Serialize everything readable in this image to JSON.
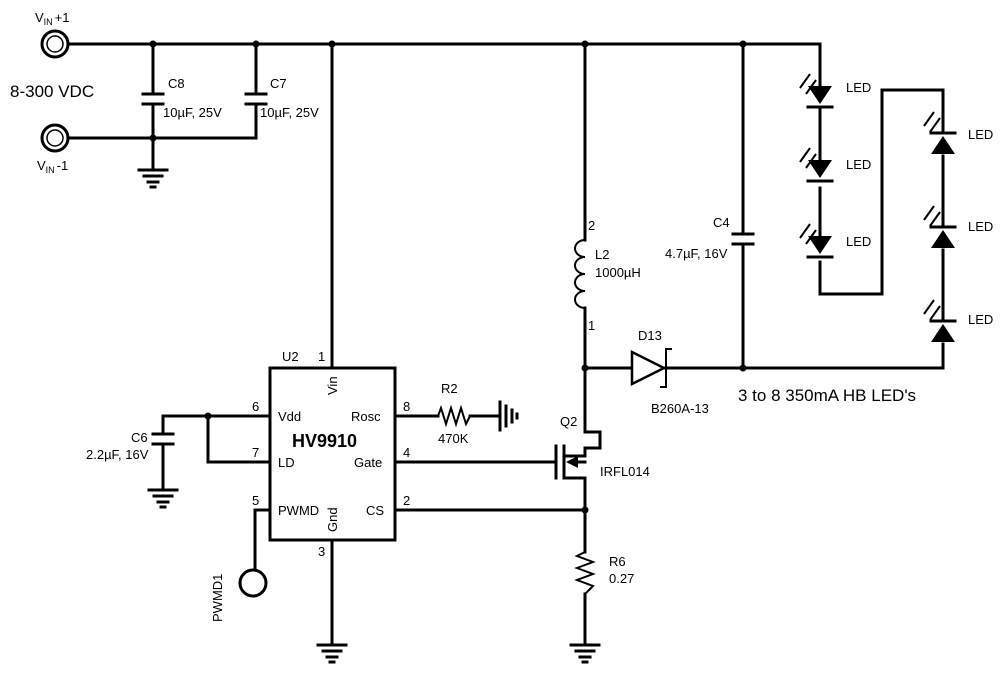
{
  "input": {
    "vin_pos_label": "V",
    "vin_pos_sub": "IN",
    "vin_pos_suffix": "+1",
    "vin_neg_label": "V",
    "vin_neg_sub": "IN",
    "vin_neg_suffix": "-1",
    "voltage_range": "8-300 VDC"
  },
  "caps": {
    "c8_ref": "C8",
    "c8_value": "10µF, 25V",
    "c7_ref": "C7",
    "c7_value": "10µF, 25V",
    "c6_ref": "C6",
    "c6_value": "2.2µF, 16V",
    "c4_ref": "C4",
    "c4_value": "4.7µF, 16V"
  },
  "ic": {
    "ref": "U2",
    "name": "HV9910",
    "pins": {
      "vin": "Vin",
      "vin_num": "1",
      "vdd": "Vdd",
      "vdd_num": "6",
      "ld": "LD",
      "ld_num": "7",
      "pwmd": "PWMD",
      "pwmd_num": "5",
      "gnd": "Gnd",
      "gnd_num": "3",
      "rosc": "Rosc",
      "rosc_num": "8",
      "gate": "Gate",
      "gate_num": "4",
      "cs": "CS",
      "cs_num": "2"
    }
  },
  "inductor": {
    "ref": "L2",
    "value": "1000µH",
    "pin_top": "2",
    "pin_bottom": "1"
  },
  "diode": {
    "ref": "D13",
    "part": "B260A-13"
  },
  "mosfet": {
    "ref": "Q2",
    "part": "IRFL014"
  },
  "resistors": {
    "r2_ref": "R2",
    "r2_value": "470K",
    "r6_ref": "R6",
    "r6_value": "0.27"
  },
  "pwmd_terminal": "PWMD1",
  "leds": {
    "label": "LED",
    "string_description": "3 to 8 350mA HB LED's"
  }
}
